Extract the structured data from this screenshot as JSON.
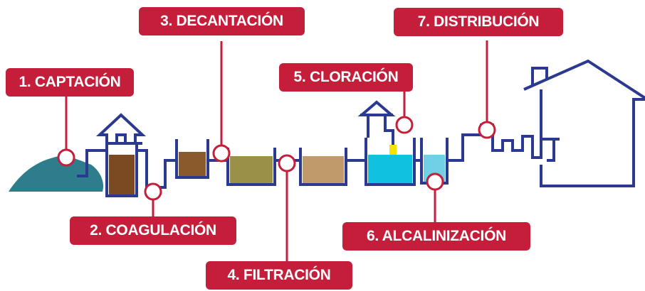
{
  "labels": {
    "captacion": "1. CAPTACIÓN",
    "coagulacion": "2. COAGULACIÓN",
    "decantacion": "3. DECANTACIÓN",
    "filtracion": "4. FILTRACIÓN",
    "cloracion": "5. CLORACIÓN",
    "alcalinizacion": "6. ALCALINIZACIÓN",
    "distribucion": "7. DISTRIBUCIÓN"
  },
  "colors": {
    "pipe": "#2b3990",
    "label_bg": "#c41e3a",
    "label_text": "#ffffff",
    "marker_stroke": "#c41e3a",
    "source_water": "#2e7d8c",
    "coagulation_tank": "#7b4a22",
    "decant_tank_1": "#8b5a2b",
    "decant_tank_2": "#9a9048",
    "filter_tank": "#c09a6a",
    "chlorination_tank": "#11c1e0",
    "chlorine_dose": "#f5e400",
    "alkalinization_tank": "#6fd0e6"
  }
}
